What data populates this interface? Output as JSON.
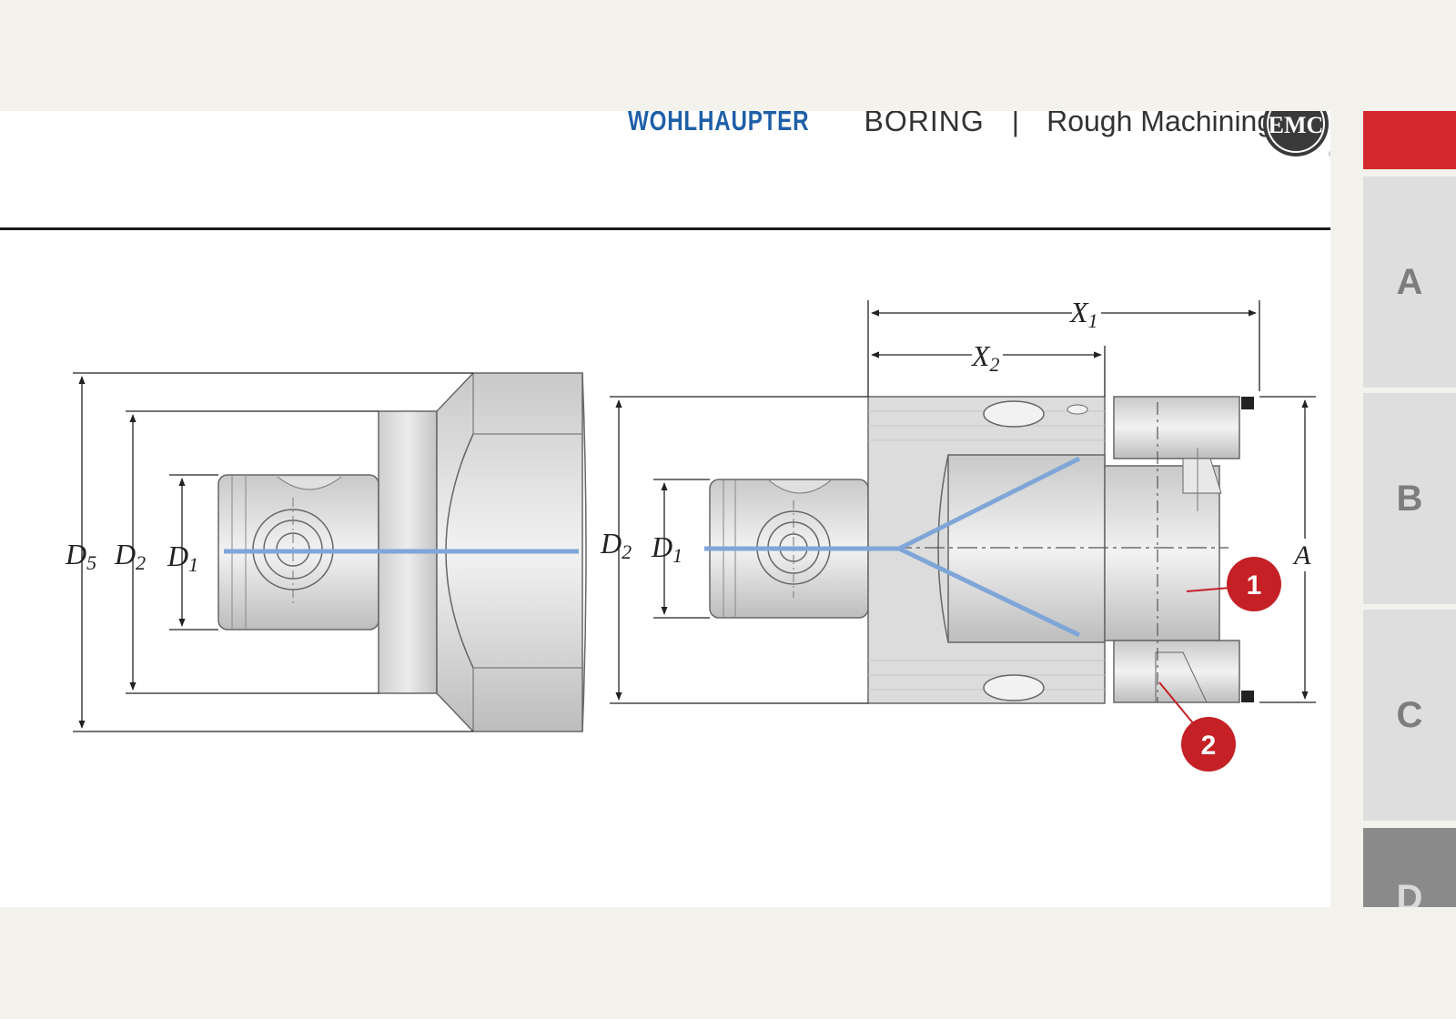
{
  "header": {
    "brand": "WOHLHAUPTER",
    "section": "BORING",
    "separator": "|",
    "subsection": "Rough Machining",
    "logo_letters": "EMC"
  },
  "side_tabs": [
    {
      "label": ""
    },
    {
      "label": "A"
    },
    {
      "label": "B"
    },
    {
      "label": "C"
    },
    {
      "label": "D"
    }
  ],
  "diagram": {
    "labels": {
      "d5": {
        "main": "D",
        "sub": "5"
      },
      "d2_left": {
        "main": "D",
        "sub": "2"
      },
      "d1_left": {
        "main": "D",
        "sub": "1"
      },
      "d2_right": {
        "main": "D",
        "sub": "2"
      },
      "d1_right": {
        "main": "D",
        "sub": "1"
      },
      "x1": {
        "main": "X",
        "sub": "1"
      },
      "x2": {
        "main": "X",
        "sub": "2"
      },
      "a": "A"
    },
    "callouts": [
      {
        "number": "1"
      },
      {
        "number": "2"
      }
    ]
  },
  "colors": {
    "brand": "#1f5fa8",
    "accent": "#d4282e",
    "coolant": "#7fa6d8",
    "steel": "#d8d8d8"
  }
}
